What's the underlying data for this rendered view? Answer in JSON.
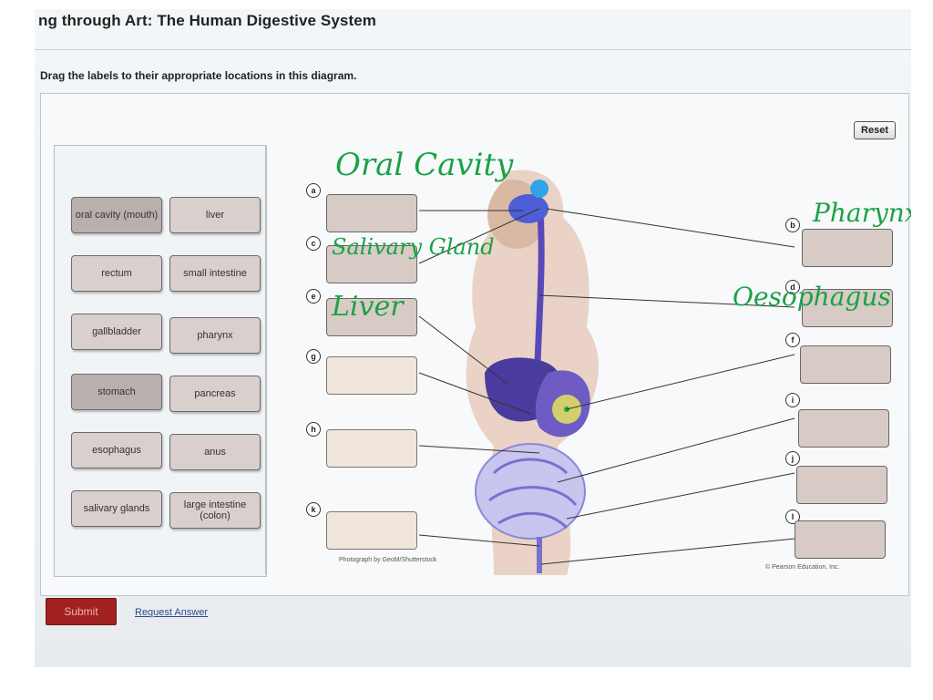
{
  "header": {
    "title": "ng through Art: The Human Digestive System"
  },
  "instruction": "Drag the labels to their appropriate locations in this diagram.",
  "reset_label": "Reset",
  "label_bank": [
    "oral cavity (mouth)",
    "liver",
    "rectum",
    "small intestine",
    "gallbladder",
    "pharynx",
    "stomach",
    "pancreas",
    "esophagus",
    "anus",
    "salivary glands",
    "large intestine (colon)"
  ],
  "markers": [
    "a",
    "b",
    "c",
    "d",
    "e",
    "f",
    "g",
    "h",
    "i",
    "j",
    "k",
    "l"
  ],
  "photo_credit": "Photograph by GeoM/Shutterstock",
  "copyright": "© Pearson Education, Inc.",
  "annotations": {
    "a": "Oral Cavity",
    "b": "Pharynx",
    "c": "Salivary Gland",
    "d": "Oesophagus",
    "e": "Liver"
  },
  "footer": {
    "submit_label": "Submit",
    "request_label": "Request Answer"
  },
  "colors": {
    "submit": "#a2201f",
    "handwriting": "#1aa246",
    "organ": "#5a48b8"
  }
}
